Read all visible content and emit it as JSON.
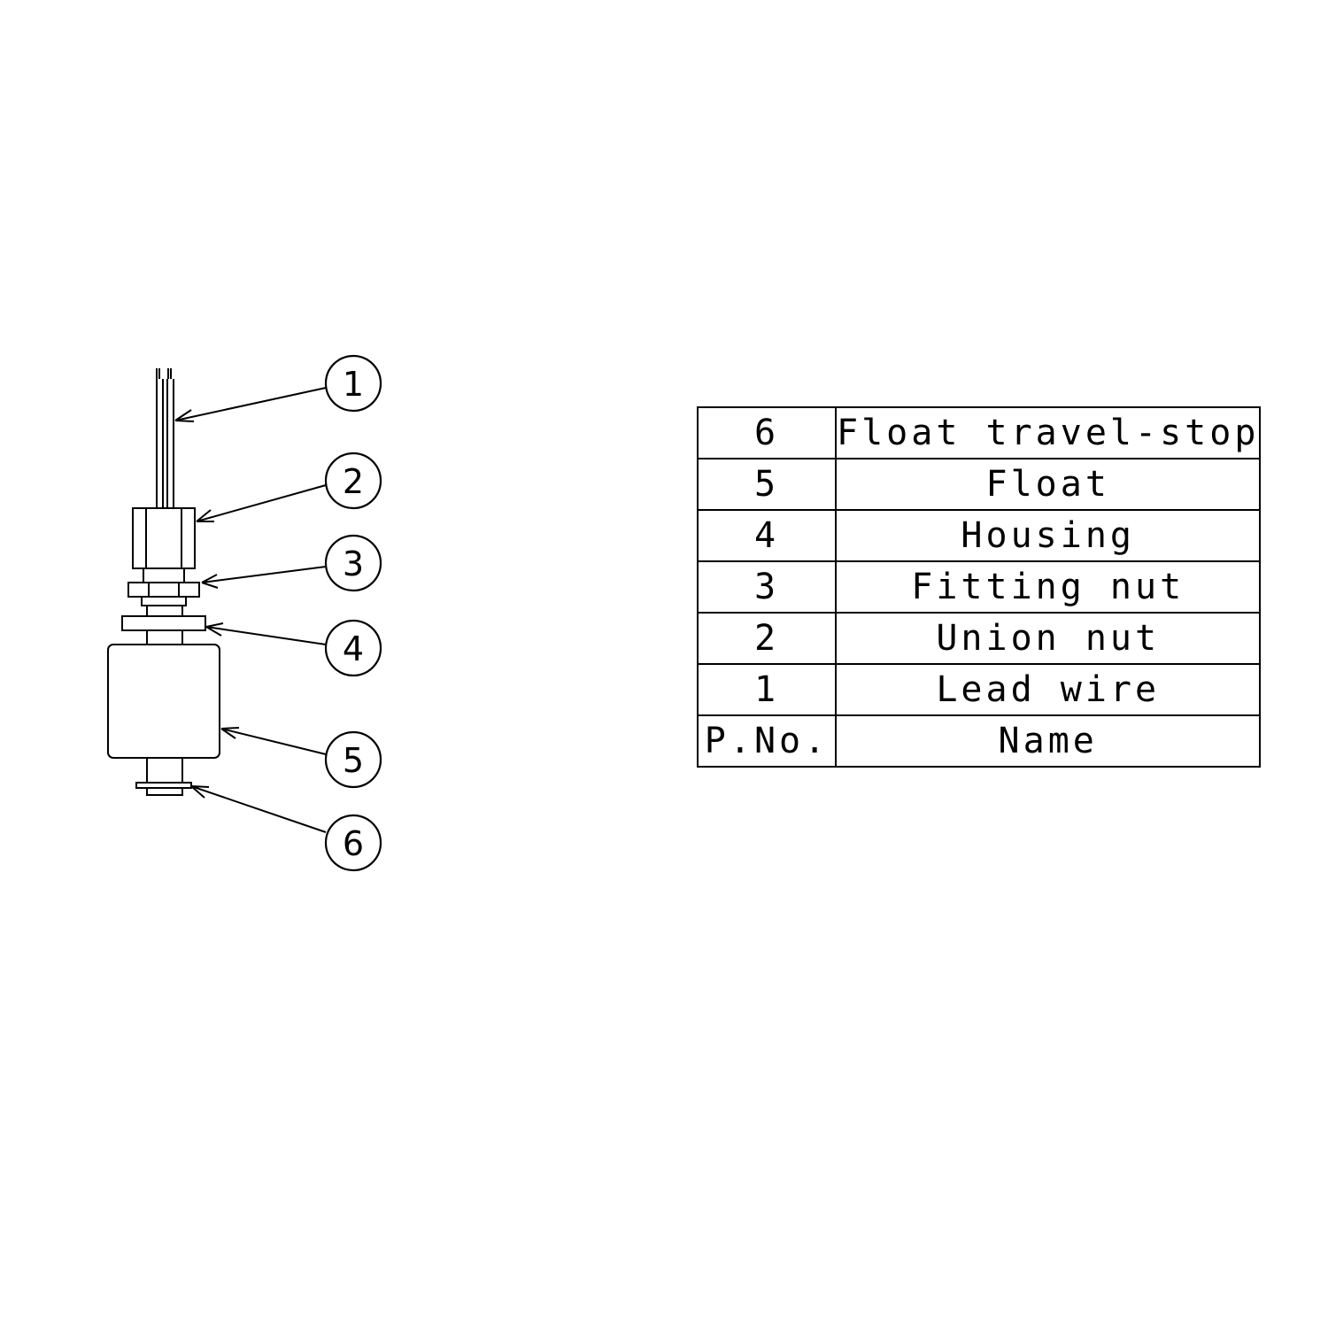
{
  "callouts": [
    "1",
    "2",
    "3",
    "4",
    "5",
    "6"
  ],
  "parts_table": {
    "rows": [
      {
        "no": "6",
        "name": "Float travel-stop"
      },
      {
        "no": "5",
        "name": "Float"
      },
      {
        "no": "4",
        "name": "Housing"
      },
      {
        "no": "3",
        "name": "Fitting nut"
      },
      {
        "no": "2",
        "name": "Union nut"
      },
      {
        "no": "1",
        "name": "Lead wire"
      }
    ],
    "header": {
      "no": "P.No.",
      "name": "Name"
    }
  }
}
